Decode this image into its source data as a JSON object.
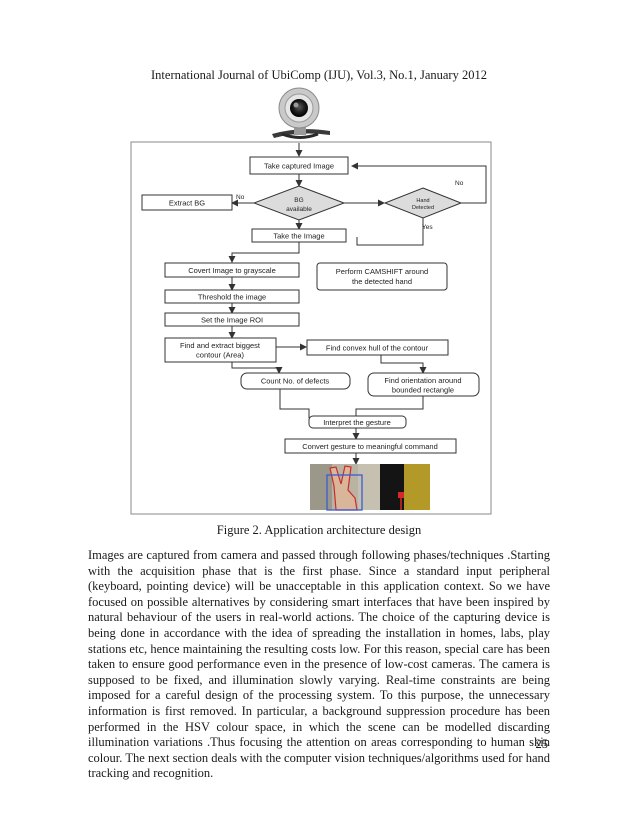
{
  "header": {
    "journal": "International Journal of UbiComp (IJU), Vol.3, No.1, January 2012"
  },
  "flowchart": {
    "take_captured_image": "Take captured Image",
    "extract_bg": "Extract BG",
    "bg_available_line1": "BG",
    "bg_available_line2": "available",
    "hand_detected_line1": "Hand",
    "hand_detected_line2": "Detected",
    "label_no_bg": "No",
    "label_no_loop": "No",
    "label_yes": "Yes",
    "take_the_image": "Take the Image",
    "convert_grayscale": "Covert Image to grayscale",
    "camshift_line1": "Perform CAMSHIFT around",
    "camshift_line2": "the detected hand",
    "threshold": "Threshold the image",
    "set_roi": "Set the Image ROI",
    "biggest_contour_line1": "Find and extract biggest",
    "biggest_contour_line2": "contour (Area)",
    "convex_hull": "Find convex hull of the contour",
    "count_defects": "Count No. of defects",
    "orientation_line1": "Find orientation around",
    "orientation_line2": "bounded rectangle",
    "interpret": "Interpret the gesture",
    "convert_command": "Convert gesture to meaningful command"
  },
  "caption": "Figure 2.  Application architecture design",
  "body_text": "Images are captured from camera and passed through following phases/techniques .Starting with the acquisition phase that is the first phase. Since a standard input peripheral (keyboard, pointing device) will be unacceptable in this application context. So we have focused on possible alternatives by considering smart interfaces that have been inspired by natural behaviour of the users in real-world actions. The choice of the capturing device is being done in accordance with the idea of spreading the installation in homes, labs, play stations etc, hence maintaining the resulting costs low. For this reason, special care has been taken to ensure good performance even in the presence of low-cost cameras. The camera is supposed to be fixed, and illumination slowly varying. Real-time constraints are being imposed for a careful design of the processing system. To this purpose, the unnecessary information is first removed. In particular, a background suppression procedure has been performed in the HSV colour space, in which the scene can be modelled discarding illumination variations .Thus focusing the attention on areas corresponding to human skin colour. The next section deals with the computer vision techniques/algorithms used for hand tracking and recognition.",
  "page_number": "25"
}
